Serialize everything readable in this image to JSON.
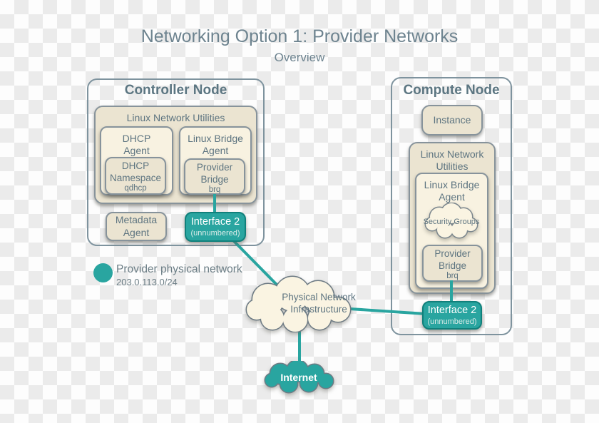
{
  "page": {
    "title": "Networking Option 1: Provider Networks",
    "subtitle": "Overview"
  },
  "controller": {
    "title": "Controller Node",
    "lnu_label": "Linux Network Utilities",
    "dhcp_agent_label": "DHCP Agent",
    "dhcp_namespace_label": "DHCP Namespace",
    "dhcp_namespace_sub": "qdhcp",
    "bridge_agent_label": "Linux Bridge Agent",
    "provider_bridge_label": "Provider Bridge",
    "provider_bridge_sub": "brq",
    "metadata_agent_label": "Metadata Agent",
    "interface_label": "Interface 2",
    "interface_sub": "(unnumbered)"
  },
  "compute": {
    "title": "Compute Node",
    "instance_label": "Instance",
    "lnu_label": "Linux Network Utilities",
    "bridge_agent_label": "Linux Bridge Agent",
    "security_groups_label": "Security Groups",
    "provider_bridge_label": "Provider Bridge",
    "provider_bridge_sub": "brq",
    "interface_label": "Interface 2",
    "interface_sub": "(unnumbered)"
  },
  "network": {
    "physical_infrastructure_label": "Physical Network Infrastructure",
    "internet_label": "Internet"
  },
  "legend": {
    "label": "Provider physical network",
    "cidr": "203.0.113.0/24"
  },
  "colors": {
    "teal": "#29a5a0",
    "teal_border": "#11807b",
    "beige": "#ebe4d1",
    "beige_light": "#f8f2e1",
    "cream": "#faf4e2",
    "box_border": "#87939b",
    "node_border": "#7e939e",
    "text": "#5d7480",
    "title_text": "#6d838f",
    "checker_gray": "#ebebeb"
  }
}
